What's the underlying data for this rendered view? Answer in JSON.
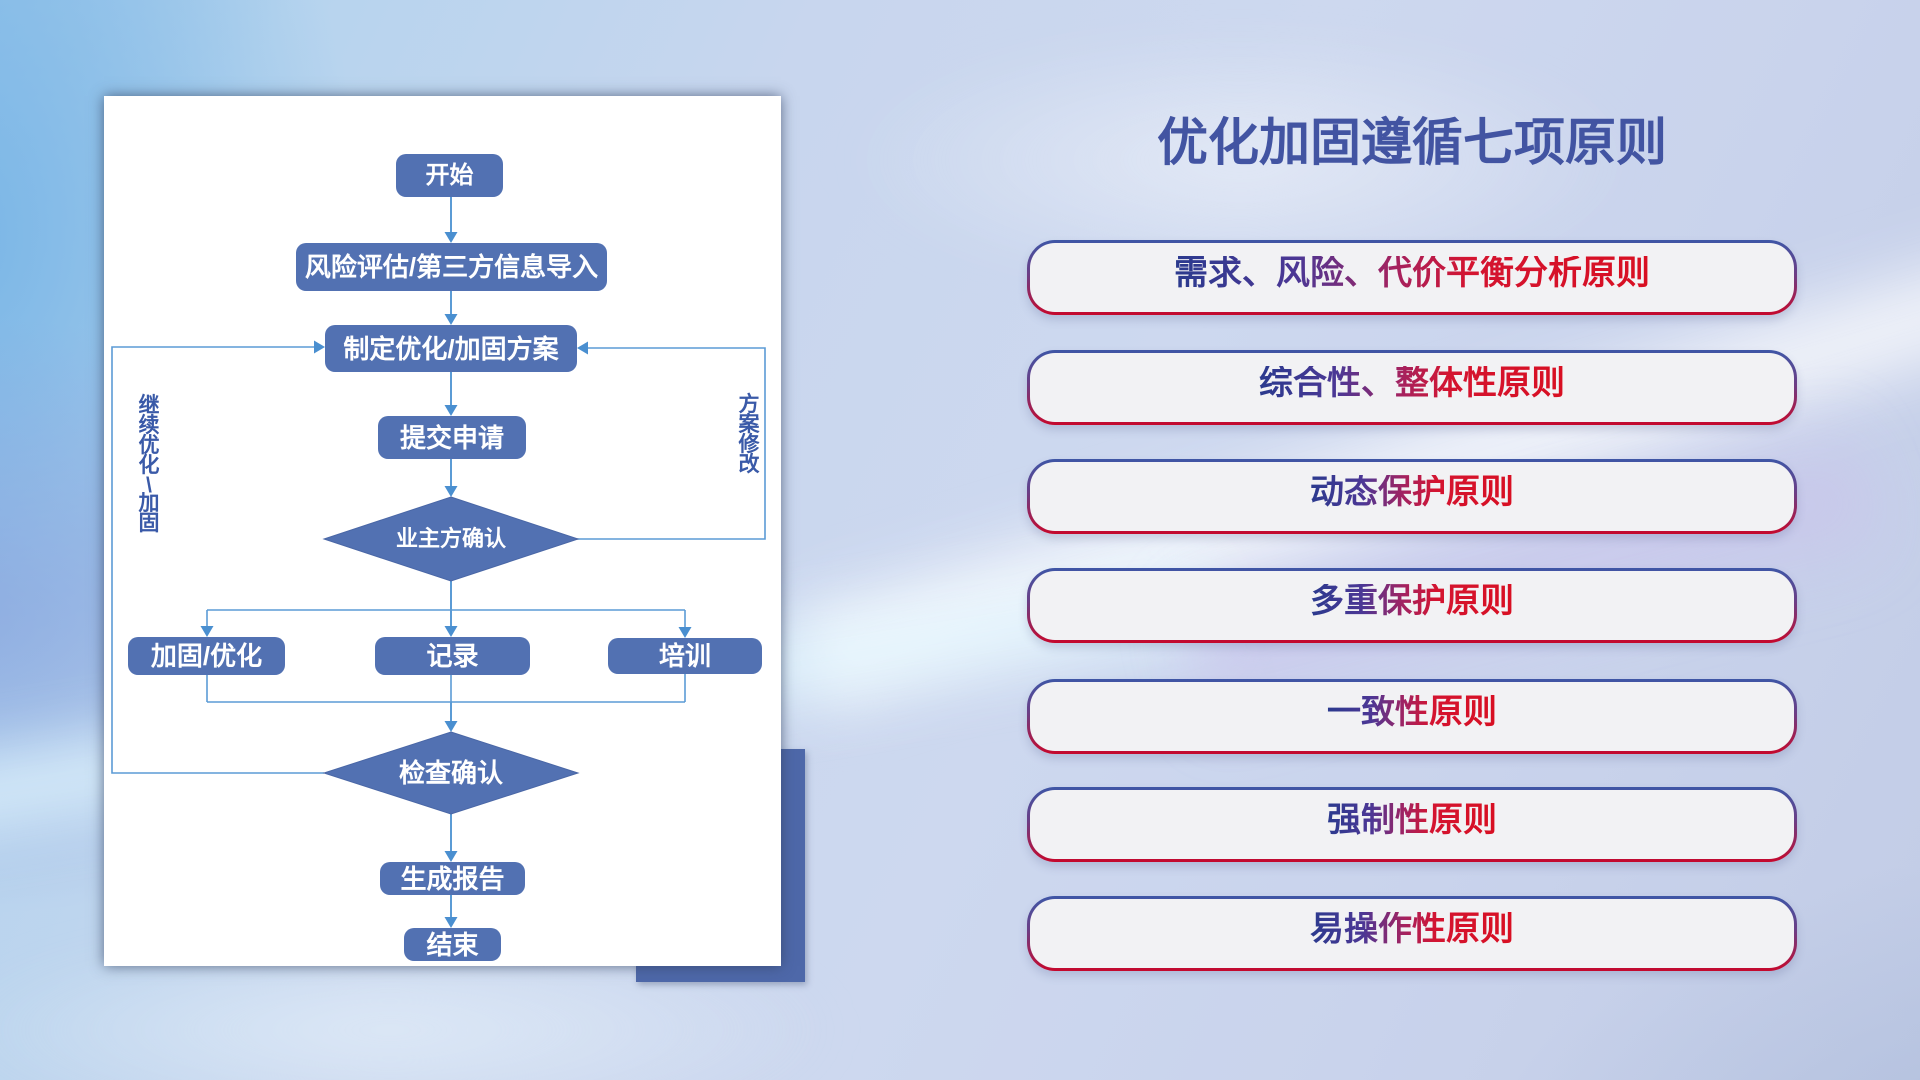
{
  "slide": {
    "kind": "presentation-slide",
    "language": "zh-CN"
  },
  "flowchart": {
    "nodes": {
      "start": "开始",
      "risk_import": "风险评估/第三方信息导入",
      "make_plan": "制定优化/加固方案",
      "submit": "提交申请",
      "owner_confirm": "业主方确认",
      "harden_optimize": "加固/优化",
      "record": "记录",
      "training": "培训",
      "check_confirm": "检查确认",
      "report": "生成报告",
      "end": "结束"
    },
    "loop_labels": {
      "left": "继续优化/加固",
      "right": "方案修改"
    }
  },
  "panel": {
    "title": "优化加固遵循七项原则",
    "principles": [
      "需求、风险、代价平衡分析原则",
      "综合性、整体性原则",
      "动态保护原则",
      "多重保护原则",
      "一致性原则",
      "强制性原则",
      "易操作性原则"
    ]
  },
  "colors": {
    "node_fill": "#5271b2",
    "connector_blue": "#5b9bd5",
    "arrowhead_blue": "#4a8fd0",
    "title_blue": "#4254a2",
    "pill_border_top": "#3e56a6",
    "pill_border_bottom": "#c5082c",
    "pill_background": "#f2f2f4",
    "pill_text_start": "#2b3a8e",
    "pill_text_end": "#d80f22",
    "accent_rect": "#4e68a9",
    "card_background": "#ffffff"
  }
}
